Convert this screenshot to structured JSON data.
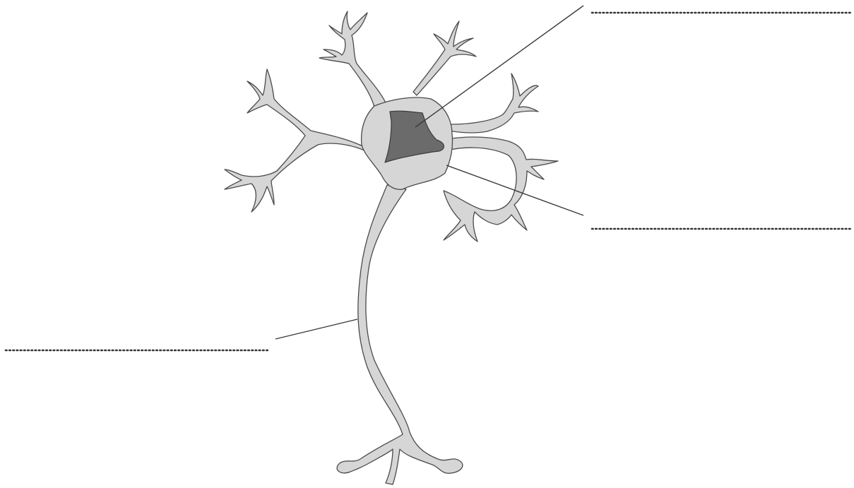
{
  "diagram": {
    "subject": "neuron",
    "labels": [
      {
        "id": "top-right",
        "text": "",
        "points_to": "nucleus"
      },
      {
        "id": "middle-right",
        "text": "",
        "points_to": "cell-body"
      },
      {
        "id": "left",
        "text": "",
        "points_to": "axon"
      }
    ],
    "colors": {
      "cell_fill": "#d6d6d6",
      "nucleus_fill": "#6b6b6b",
      "outline": "#4a4a4a",
      "answer_line": "#333333"
    }
  }
}
